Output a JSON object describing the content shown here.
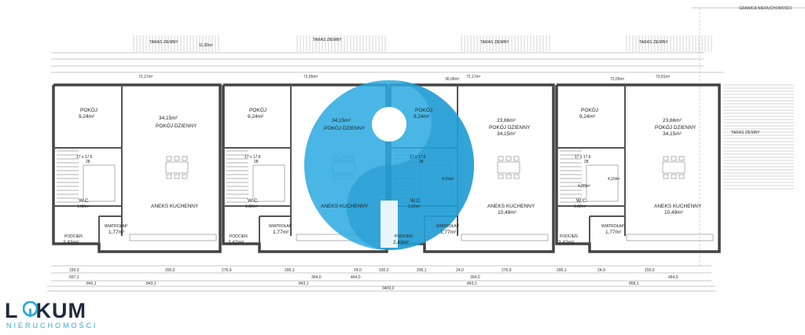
{
  "header": {
    "boundary_label": "GRANICA NIERUCHOMOŚCI"
  },
  "terraces": [
    "TARAS ZIEMNY",
    "TARAS ZIEMNY",
    "TARAS ZIEMNY",
    "TARAS ZIEMNY"
  ],
  "side_terrace": "TARAS ZIEMNY",
  "terrace_area": "11,00m²",
  "units": [
    {
      "bedroom": "POKÓJ",
      "bedroom_area": "9,24m²",
      "living": "POKÓJ DZIENNY",
      "living_area": "34,15m²",
      "living_area2": "",
      "stairs": "17 x 17,6",
      "stairs_n": "28",
      "hall_area": "",
      "wc": "W.C.",
      "wc_area": "1,62m²",
      "vestibule": "WIATROŁAP",
      "vestibule_area": "1,77m²",
      "kitchen": "ANEKS KUCHENNY",
      "kitchen_area": "",
      "porch": "PODCIEŃ",
      "porch_area": "2,43m²"
    },
    {
      "bedroom": "POKÓJ",
      "bedroom_area": "9,24m²",
      "living": "",
      "living_area": "",
      "living_area2": "",
      "stairs": "17 x 17,6",
      "stairs_n": "28",
      "hall_area": "",
      "wc": "W.C.",
      "wc_area": "1,62m²",
      "vestibule": "WIATROŁAP",
      "vestibule_area": "1,77m²",
      "kitchen": "",
      "kitchen_area": "",
      "porch": "PODCIEŃ",
      "porch_area": "2,42m²"
    },
    {
      "bedroom": "",
      "bedroom_area": "",
      "living": "POKÓJ DZIENNY",
      "living_area": "34,15m²",
      "living_area2": "",
      "stairs": "",
      "stairs_n": "",
      "hall_area": "",
      "wc": "",
      "wc_area": "",
      "vestibule": "",
      "vestibule_area": "",
      "kitchen": "ANEKS KUCHENNY",
      "kitchen_area": "",
      "porch": "",
      "porch_area": ""
    },
    {
      "bedroom": "POKÓJ",
      "bedroom_area": "9,24m²",
      "living": "",
      "living_area": "",
      "living_area2": "",
      "stairs": "17 x 17,6",
      "stairs_n": "28",
      "hall_area": "4,15m²",
      "wc": "W.C.",
      "wc_area": "1,62m²",
      "vestibule": "WIATROŁAP",
      "vestibule_area": "1,77m²",
      "kitchen": "",
      "kitchen_area": "",
      "porch": "PODCIEŃ",
      "porch_area": "2,43m²"
    },
    {
      "bedroom": "",
      "bedroom_area": "",
      "living": "POKÓJ DZIENNY",
      "living_area": "23,66m²",
      "living_area2": "34,15m²",
      "stairs": "",
      "stairs_n": "",
      "hall_area": "",
      "wc": "",
      "wc_area": "",
      "vestibule": "",
      "vestibule_area": "",
      "kitchen": "ANEKS KUCHENNY",
      "kitchen_area": "10,49m²",
      "porch": "",
      "porch_area": ""
    },
    {
      "bedroom": "POKÓJ",
      "bedroom_area": "9,24m²",
      "living": "POKÓJ DZIENNY",
      "living_area": "23,66m²",
      "living_area2": "34,15m²",
      "stairs": "17 x 17,6",
      "stairs_n": "28",
      "hall_area": "4,15m²",
      "wc": "W.C.",
      "wc_area": "1,62m²",
      "vestibule": "WIATROŁAP",
      "vestibule_area": "1,77m²",
      "kitchen": "ANEKS KUCHENNY",
      "kitchen_area": "10,49m²",
      "porch": "PODCIEŃ",
      "porch_area": "2,42m²"
    }
  ],
  "extra_areas": {
    "unit4_hall": "4,88m²"
  },
  "top_dims": [
    "72,17m²",
    "72,85m²",
    "36,06m²",
    "72,17m²",
    "72,05m²",
    "73,81m²"
  ],
  "bottom_dims": [
    "150,0",
    "200,2",
    "276,9",
    "206,1",
    "24,0",
    "150,0",
    "206,1",
    "24,0",
    "276,9",
    "206,1",
    "24,0",
    "150,0"
  ],
  "bottom_dims2": [
    "657,1",
    "843,1",
    "304,0",
    "464,0",
    "304,0",
    "464,0"
  ],
  "bottom_dims3": [
    "843,1",
    "843,1",
    "843,1",
    "858,1"
  ],
  "total_length": "3409,3",
  "logo": {
    "word_l": "L",
    "word_rest": "KUM",
    "sub": "NIERUCHOMOŚCI"
  },
  "colors": {
    "accent": "#2aa9e0",
    "wall": "#555555",
    "dark": "#1f2a3c"
  }
}
